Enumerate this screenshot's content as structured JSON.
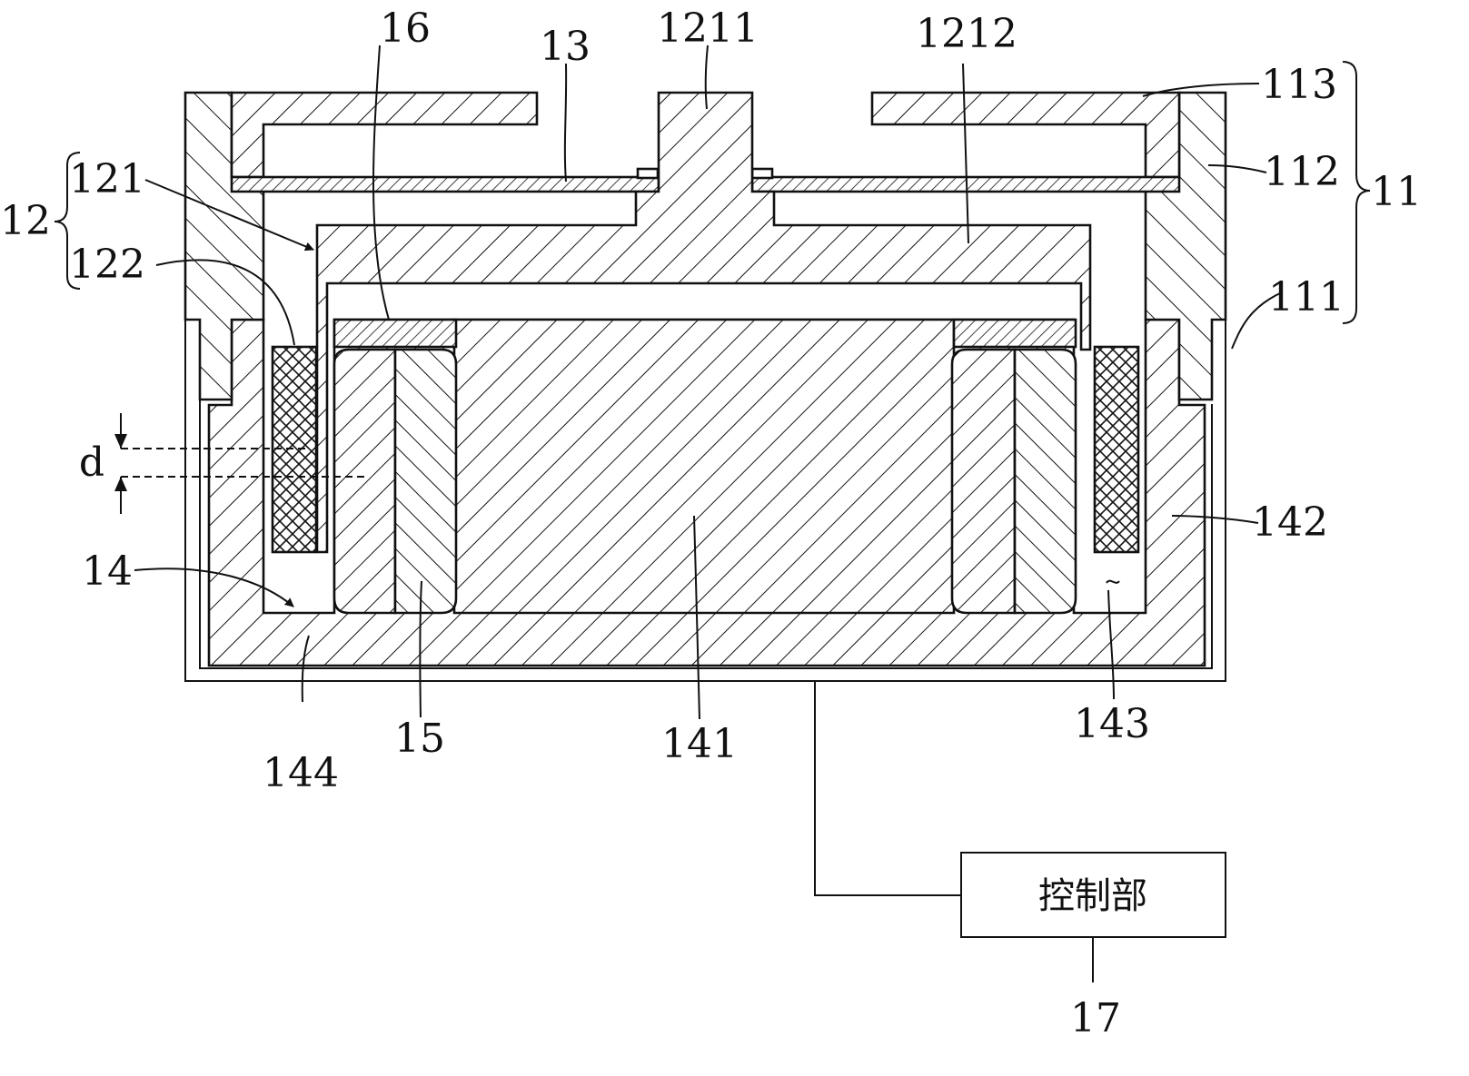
{
  "labels": {
    "l16": "16",
    "l13": "13",
    "l1211": "1211",
    "l1212": "1212",
    "l113": "113",
    "l112": "112",
    "l11": "11",
    "l12": "12",
    "l121": "121",
    "l122": "122",
    "l111": "111",
    "ld": "d",
    "l142": "142",
    "l14": "14",
    "l144": "144",
    "l15": "15",
    "l141": "141",
    "l143": "143",
    "l17": "17",
    "control": "控制部"
  },
  "colors": {
    "line": "#111111",
    "background": "#ffffff"
  }
}
